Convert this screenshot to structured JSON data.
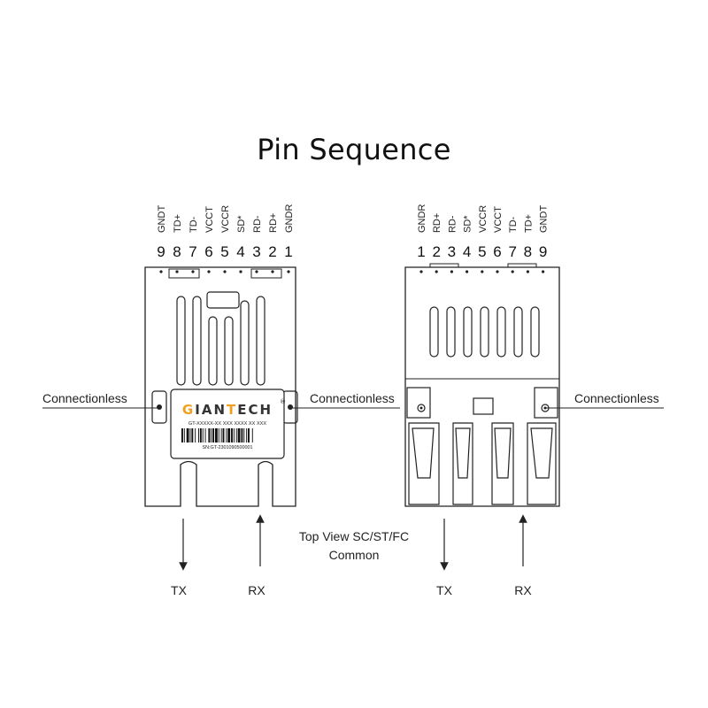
{
  "title": "Pin Sequence",
  "left_module": {
    "pin_names": [
      "GNDT",
      "TD+",
      "TD-",
      "VCCT",
      "VCCR",
      "SD*",
      "RD-",
      "RD+",
      "GNDR"
    ],
    "pin_numbers": [
      "9",
      "8",
      "7",
      "6",
      "5",
      "4",
      "3",
      "2",
      "1"
    ],
    "connection_left": "Connectionless",
    "connection_right": "Connectionless",
    "logo_text": "GIANTECH",
    "registered": "®",
    "label_line": "GT-XXXXX-XX  XXX XXXX XX XXX",
    "serial": "SN:GT-2301090500001",
    "tx_label": "TX",
    "rx_label": "RX"
  },
  "right_module": {
    "pin_names": [
      "GNDR",
      "RD+",
      "RD-",
      "SD*",
      "VCCR",
      "VCCT",
      "TD-",
      "TD+",
      "GNDT"
    ],
    "pin_numbers": [
      "1",
      "2",
      "3",
      "4",
      "5",
      "6",
      "7",
      "8",
      "9"
    ],
    "connection_label": "Connectionless",
    "tx_label": "TX",
    "rx_label": "RX"
  },
  "caption": {
    "line1": "Top View SC/ST/FC",
    "line2": "Common"
  },
  "colors": {
    "stroke": "#222222",
    "logo_orange": "#f0a020",
    "logo_dark": "#333333"
  }
}
